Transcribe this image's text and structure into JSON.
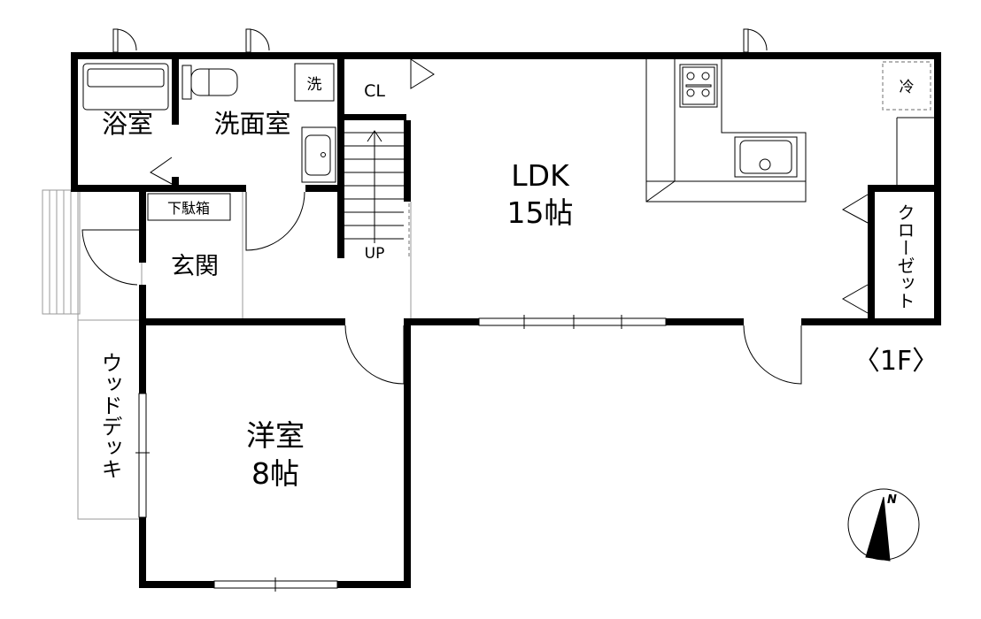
{
  "floor_label": "〈1F〉",
  "rooms": {
    "bath": "浴室",
    "washroom": "洗面室",
    "washer": "洗",
    "closet_cl": "CL",
    "ldk_name": "LDK",
    "ldk_size": "15帖",
    "fridge": "冷",
    "shoe_box": "下駄箱",
    "entrance": "玄関",
    "stairs_up": "UP",
    "closet": "クローゼット",
    "western_name": "洋室",
    "western_size": "8帖",
    "wood_deck": "ウッドデッキ"
  },
  "compass": {
    "north": "N"
  }
}
